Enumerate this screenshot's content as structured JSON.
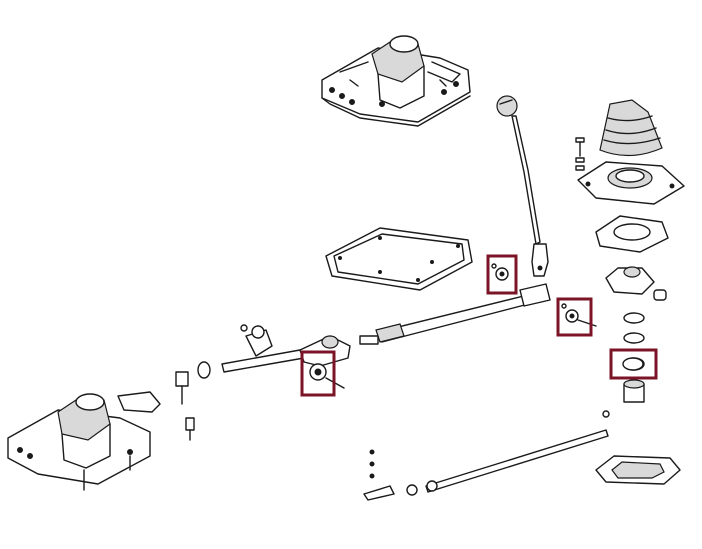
{
  "diagram": {
    "highlight_color": "#7b1426",
    "highlight_boxes": 4,
    "parts": [
      "transmission-housing-top",
      "transmission-housing-bottom",
      "shift-lever-with-knob",
      "shift-boot",
      "boot-retainer-plate",
      "top-gasket-plate",
      "selector-rod",
      "linkage-rod",
      "gasket"
    ]
  }
}
